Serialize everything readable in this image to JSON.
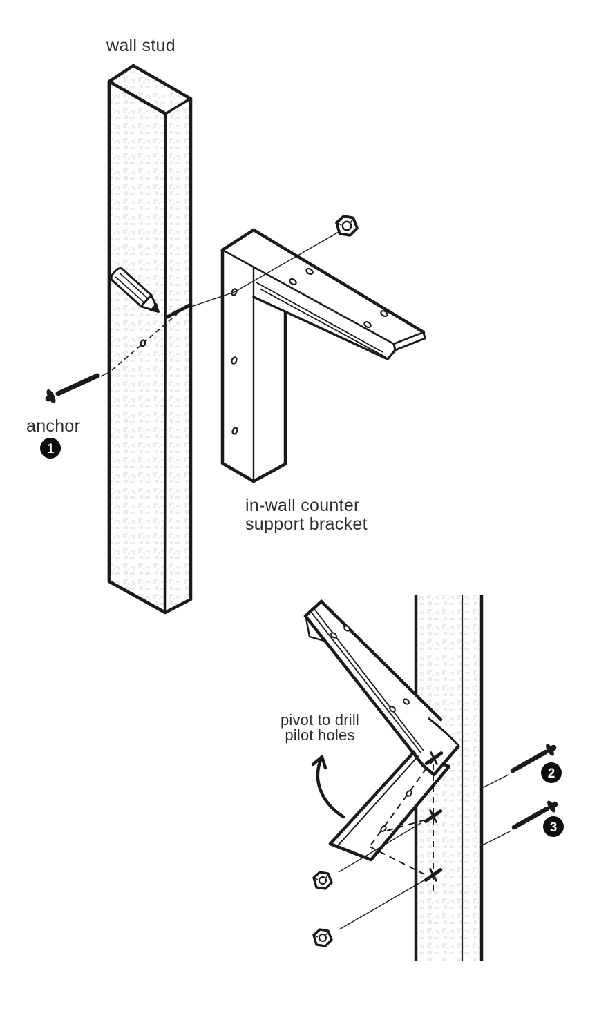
{
  "page": {
    "background": "#ffffff"
  },
  "colors": {
    "line": "#1a1a1a",
    "text": "#2e2e2e",
    "badge_bg": "#0d0d0d",
    "badge_text": "#ffffff",
    "wood_texture": "#ebebeb"
  },
  "upper_diagram": {
    "wall_stud_label": "wall stud",
    "anchor_label": "anchor",
    "anchor_badge": "1",
    "bracket_label_line1": "in-wall counter",
    "bracket_label_line2": "support bracket"
  },
  "lower_diagram": {
    "pivot_label_line1": "pivot to drill",
    "pivot_label_line2": "pilot holes",
    "screw_top_badge": "2",
    "screw_bottom_badge": "3"
  }
}
